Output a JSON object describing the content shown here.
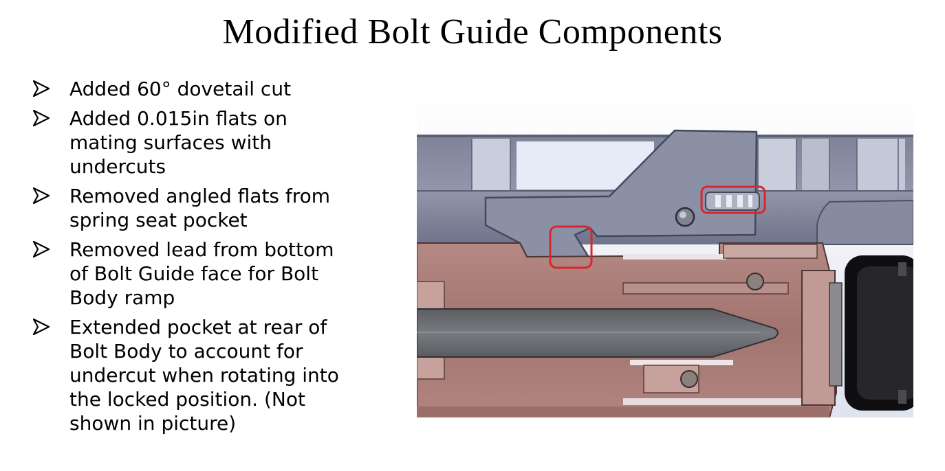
{
  "slide": {
    "title": "Modified Bolt Guide Components",
    "bullet_icon": "arrowhead-bullet-icon",
    "bullets": [
      "Added 60° dovetail cut",
      "Added 0.015in flats on mating surfaces with undercuts",
      "Removed angled flats from spring seat pocket",
      "Removed lead from bottom of Bolt Guide face for Bolt Body ramp",
      "Extended pocket at rear of Bolt Body to account for undercut when rotating into the locked position. (Not shown in picture)"
    ]
  },
  "figure": {
    "highlight_color": "#d9262e",
    "part_colors": {
      "bolt_guide": "#8a8fa4",
      "bolt_body": "#a87a76",
      "firing_pin": "#6d6e73"
    }
  }
}
